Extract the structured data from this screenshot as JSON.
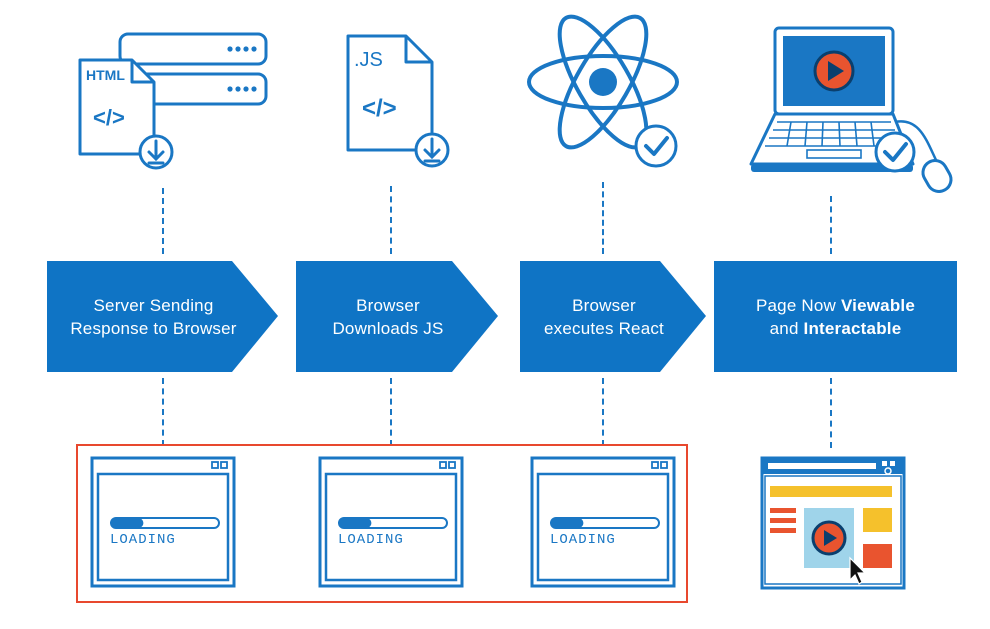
{
  "steps": [
    {
      "line1": "Server Sending",
      "line2": "Response to Browser"
    },
    {
      "line1": "Browser",
      "line2": "Downloads JS"
    },
    {
      "line1": "Browser",
      "line2": "executes React"
    },
    {
      "pre": "Page Now ",
      "bold1": "Viewable",
      "mid": "and ",
      "bold2": "Interactable"
    }
  ],
  "icons": {
    "html_file_label": "HTML",
    "js_file_label": ".JS",
    "code_glyph": "</>"
  },
  "loading": {
    "label": "LOADING",
    "progress": 0.3
  },
  "colors": {
    "primary_blue": "#1a77c4",
    "step_blue": "#0f74c5",
    "highlight_red": "#e8482e",
    "yellow": "#f5c12c",
    "orange_red": "#e9542f",
    "light_blue": "#9fd4ea"
  }
}
